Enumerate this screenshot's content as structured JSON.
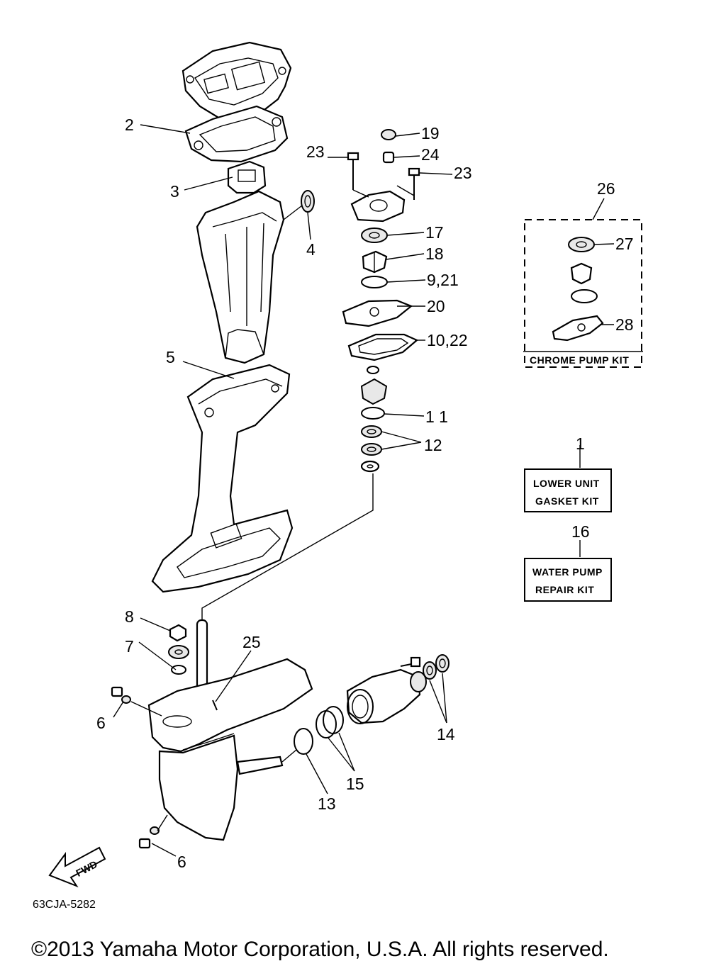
{
  "callouts": {
    "c2": "2",
    "c3": "3",
    "c4": "4",
    "c5": "5",
    "c19": "19",
    "c23a": "23",
    "c24": "24",
    "c23b": "23",
    "c26": "26",
    "c17": "17",
    "c27": "27",
    "c18": "18",
    "c9_21": "9,21",
    "c20": "20",
    "c28": "28",
    "c10_22": "10,22",
    "c11": "1 1",
    "c12": "12",
    "c1": "1",
    "c16": "16",
    "c8": "8",
    "c7": "7",
    "c25": "25",
    "c6a": "6",
    "c14": "14",
    "c15": "15",
    "c13": "13",
    "c6b": "6"
  },
  "kits": {
    "chrome_pump": "CHROME PUMP KIT",
    "lower_unit_line1": "LOWER UNIT",
    "lower_unit_line2": "GASKET KIT",
    "water_pump_line1": "WATER PUMP",
    "water_pump_line2": "REPAIR KIT"
  },
  "fwd_label": "FWD",
  "diagram_code": "63CJA-5282",
  "copyright": "©2013 Yamaha Motor Corporation, U.S.A. All rights reserved.",
  "icons": {
    "forward_arrow": "fwd-arrow-icon"
  }
}
